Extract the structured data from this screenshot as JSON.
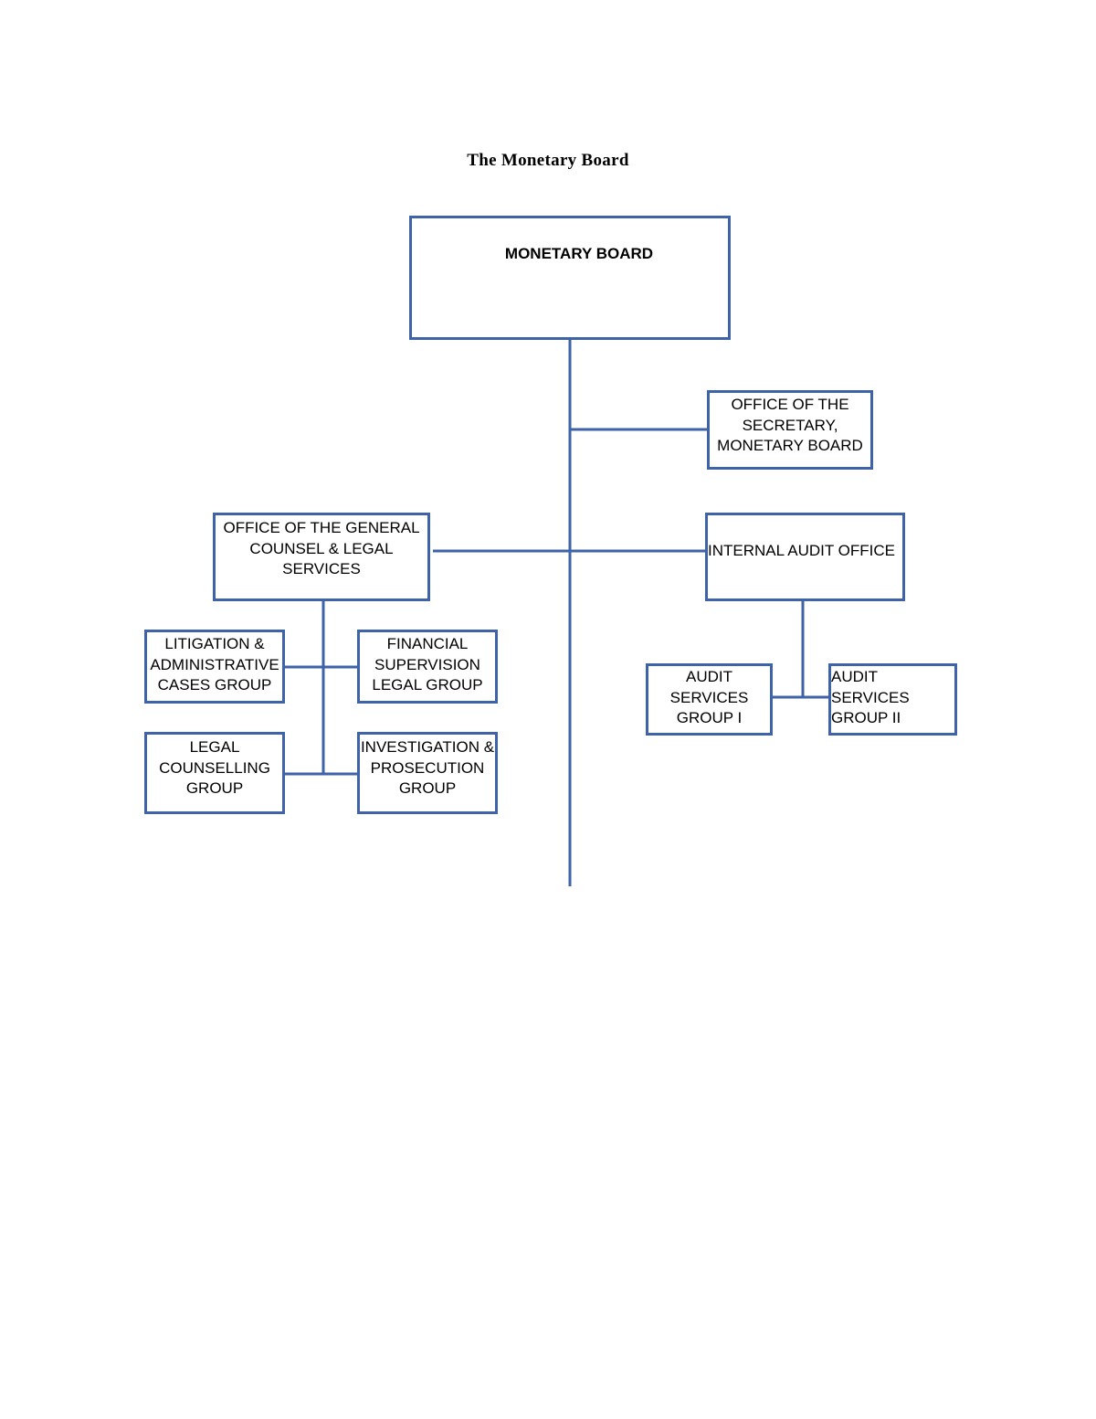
{
  "page_title": "The Monetary Board",
  "colors": {
    "box_border": "#3e63a8",
    "connector": "#3e63a8",
    "text": "#000000"
  },
  "nodes": {
    "monetary_board": "MONETARY BOARD",
    "office_secretary": "OFFICE OF THE\nSECRETARY,\nMONETARY BOARD",
    "general_counsel": "OFFICE OF THE GENERAL\nCOUNSEL & LEGAL\nSERVICES",
    "internal_audit": "INTERNAL AUDIT OFFICE",
    "litigation": "LITIGATION &\nADMINISTRATIVE\nCASES GROUP",
    "financial_supervision": "FINANCIAL\nSUPERVISION\nLEGAL GROUP",
    "legal_counselling": "LEGAL\nCOUNSELLING\nGROUP",
    "investigation": "INVESTIGATION &\nPROSECUTION\nGROUP",
    "audit_group_1": "AUDIT SERVICES\nGROUP I",
    "audit_group_2": "AUDIT SERVICES\nGROUP II"
  }
}
